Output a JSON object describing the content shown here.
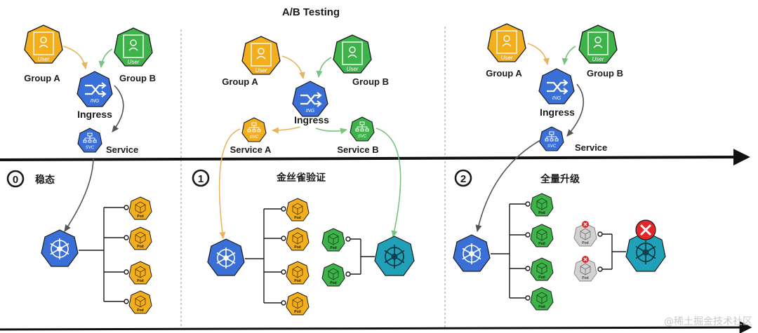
{
  "title": "A/B Testing",
  "colors": {
    "user_a": "#F2AE1C",
    "user_b": "#3DB34A",
    "k8s_blue": "#3B6FD8",
    "deploy_teal": "#21A1B8",
    "muted": "#CFCFCF",
    "arrow_a": "#E8B460",
    "arrow_b": "#79C27F",
    "arrow_gray": "#555555",
    "reject_red": "#E3262A"
  },
  "panels": [
    {
      "number": "0",
      "stage_label": "稳态",
      "group_a": "Group A",
      "group_b": "Group B",
      "user_badge": "User",
      "ingress_badge": "ING",
      "ingress_label": "Ingress",
      "svc_badge": "SVC",
      "service_label": "Service",
      "pods": [
        "Pod",
        "Pod",
        "Pod",
        "Pod"
      ]
    },
    {
      "number": "1",
      "stage_label": "金丝雀验证",
      "group_a": "Group A",
      "group_b": "Group B",
      "user_badge": "User",
      "ingress_badge": "ING",
      "ingress_label": "Ingress",
      "svc_badge": "SVC",
      "service_a_label": "Service A",
      "service_b_label": "Service B",
      "pods_a": [
        "Pod",
        "Pod",
        "Pod",
        "Pod"
      ],
      "pods_b": [
        "Pod",
        "Pod"
      ]
    },
    {
      "number": "2",
      "stage_label": "全量升级",
      "group_a": "Group A",
      "group_b": "Group B",
      "user_badge": "User",
      "ingress_badge": "ING",
      "ingress_label": "Ingress",
      "svc_badge": "SVC",
      "service_label": "Service",
      "pods_new": [
        "Pod",
        "Pod",
        "Pod",
        "Pod"
      ],
      "pods_old": [
        "Pod",
        "Pod"
      ]
    }
  ],
  "icons": {
    "user": "user-icon",
    "ingress": "shuffle-icon",
    "service": "network-hierarchy-icon",
    "deployment": "helm-wheel-icon",
    "pod": "cube-icon",
    "reject": "x-close-icon"
  },
  "watermark": "@稀土掘金技术社区"
}
